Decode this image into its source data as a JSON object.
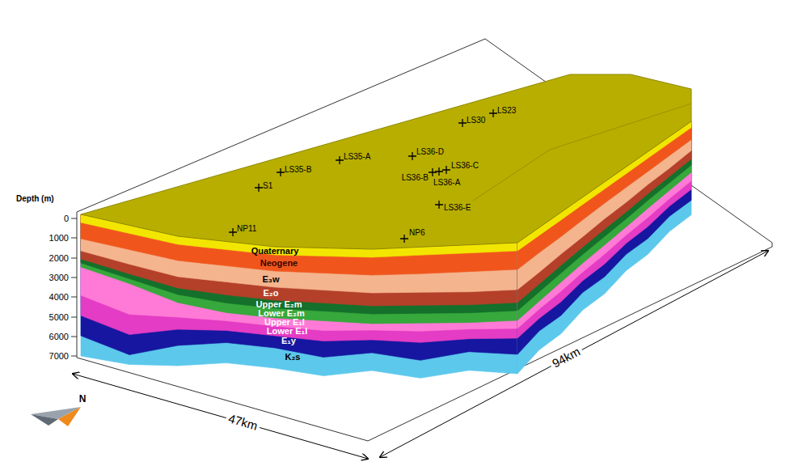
{
  "diagram": {
    "labels": [
      "Depth (m)",
      "0",
      "1000",
      "2000",
      "3000",
      "4000",
      "5000",
      "6000",
      "7000",
      "LS30",
      "LS23",
      "LS36-D",
      "LS35-A",
      "LS35-B",
      "S1",
      "LS36-C",
      "LS36-B",
      "LS36-A",
      "LS36-E",
      "NP11",
      "NP6",
      "Quaternary",
      "Neogene",
      "E₃w",
      "E₂o",
      "Upper E₂m",
      "Lower E₂m",
      "Upper E₁l",
      "Lower E₁l",
      "E₁y",
      "K₂s",
      "N",
      "47km",
      "94km"
    ]
  }
}
